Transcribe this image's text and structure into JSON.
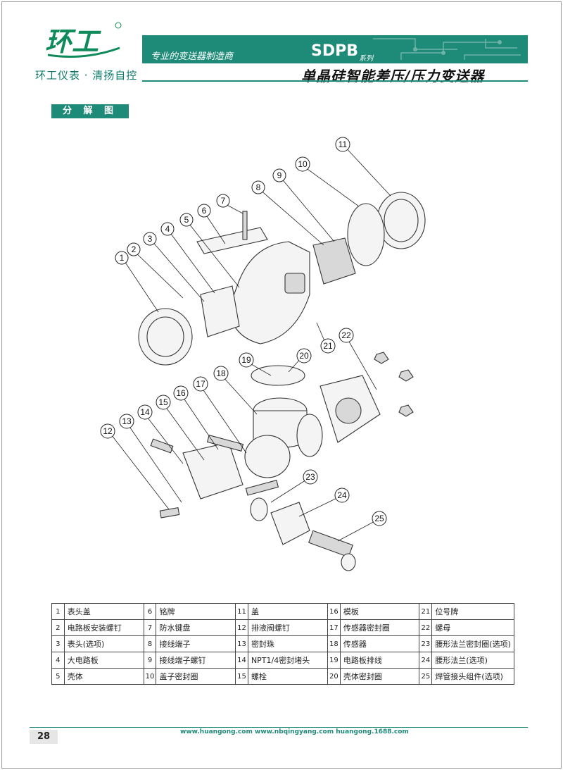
{
  "header": {
    "brand_logo_text": "环工",
    "brand_line": "环工仪表 · 清扬自控",
    "tagline": "专业的变送器制造商",
    "model": "SDPB",
    "series": "系列",
    "subtitle": "单晶硅智能差压/压力变送器",
    "accent_color": "#1e8a78"
  },
  "section_title": "分 解 图",
  "callouts": [
    "1",
    "2",
    "3",
    "4",
    "5",
    "6",
    "7",
    "8",
    "9",
    "10",
    "11",
    "12",
    "13",
    "14",
    "15",
    "16",
    "17",
    "18",
    "19",
    "20",
    "21",
    "22",
    "23",
    "24",
    "25"
  ],
  "parts": [
    {
      "no": "1",
      "name": "表头盖"
    },
    {
      "no": "2",
      "name": "电路板安装螺钉"
    },
    {
      "no": "3",
      "name": "表头(选项)"
    },
    {
      "no": "4",
      "name": "大电路板"
    },
    {
      "no": "5",
      "name": "壳体"
    },
    {
      "no": "6",
      "name": "铭牌"
    },
    {
      "no": "7",
      "name": "防水键盘"
    },
    {
      "no": "8",
      "name": "接线端子"
    },
    {
      "no": "9",
      "name": "接线端子螺钉"
    },
    {
      "no": "10",
      "name": "盖子密封圈"
    },
    {
      "no": "11",
      "name": "盖"
    },
    {
      "no": "12",
      "name": "排液阀螺钉"
    },
    {
      "no": "13",
      "name": "密封珠"
    },
    {
      "no": "14",
      "name": "NPT1/4密封堵头"
    },
    {
      "no": "15",
      "name": "螺栓"
    },
    {
      "no": "16",
      "name": "模板"
    },
    {
      "no": "17",
      "name": "传感器密封圈"
    },
    {
      "no": "18",
      "name": "传感器"
    },
    {
      "no": "19",
      "name": "电路板排线"
    },
    {
      "no": "20",
      "name": "壳体密封圈"
    },
    {
      "no": "21",
      "name": "位号牌"
    },
    {
      "no": "22",
      "name": "螺母"
    },
    {
      "no": "23",
      "name": "腰形法兰密封圈(选项)"
    },
    {
      "no": "24",
      "name": "腰形法兰(选项)"
    },
    {
      "no": "25",
      "name": "焊管接头组件(选项)"
    }
  ],
  "footer": {
    "page_number": "28",
    "links": "www.huangong.com   www.nbqingyang.com   huangong.1688.com"
  }
}
